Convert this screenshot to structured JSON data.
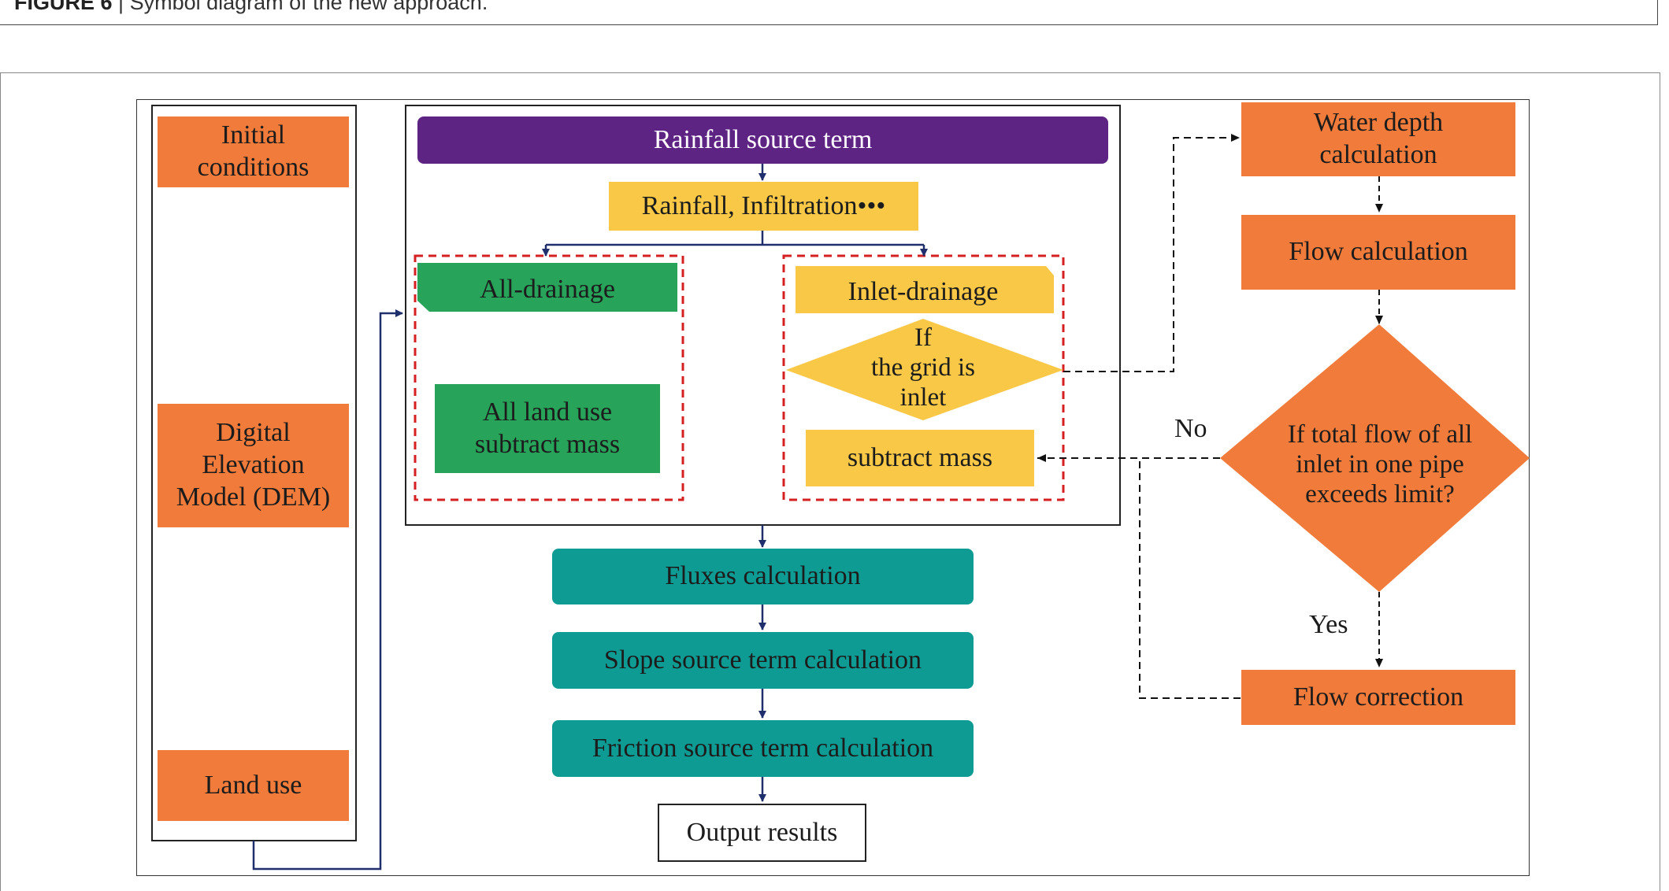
{
  "caption": {
    "label": "FIGURE 6",
    "text": "Symbol diagram of the new approach."
  },
  "inputs": {
    "initial": [
      "Initial",
      "conditions"
    ],
    "dem": [
      "Digital",
      "Elevation",
      "Model (DEM)"
    ],
    "landuse": "Land use"
  },
  "source": {
    "title": "Rainfall source term",
    "rainfall": "Rainfall, Infiltration•••",
    "all_drainage": "All-drainage",
    "all_land_use": [
      "All land use",
      "subtract mass"
    ],
    "inlet_drainage": "Inlet-drainage",
    "if_grid_inlet": [
      "If",
      "the grid is",
      "inlet"
    ],
    "subtract_mass": "subtract mass"
  },
  "pipe": {
    "water_depth": [
      "Water depth",
      "calculation"
    ],
    "flow_calc": "Flow calculation",
    "decision": [
      "If total flow of all",
      "inlet in one pipe",
      "exceeds limit?"
    ],
    "no": "No",
    "yes": "Yes",
    "flow_correction": "Flow correction"
  },
  "main": {
    "fluxes": "Fluxes calculation",
    "slope": "Slope source term calculation",
    "friction": "Friction source term calculation",
    "output": "Output results"
  },
  "colors": {
    "orange": "#f07b3a",
    "purple": "#5e2484",
    "yellow": "#f8c846",
    "green": "#27a35a",
    "teal": "#0e9b93",
    "dash_red": "#d42020",
    "arrow_navy": "#1f2f6b"
  }
}
